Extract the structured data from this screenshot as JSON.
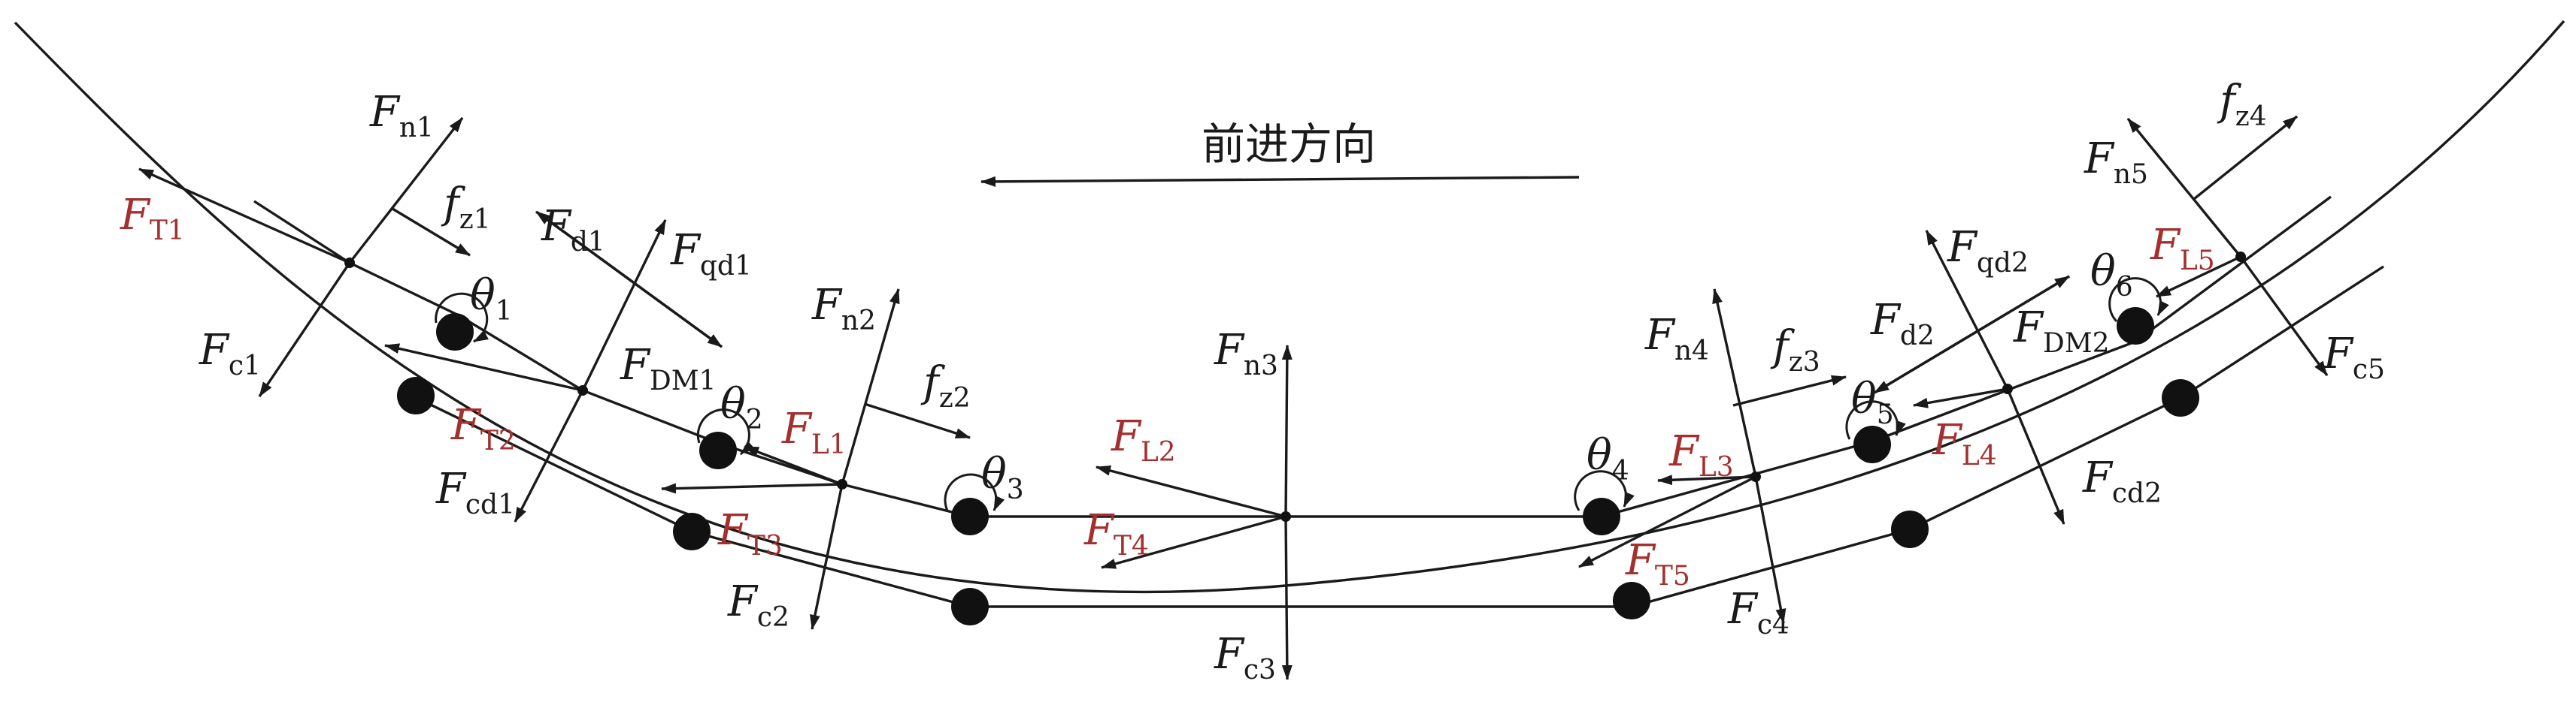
{
  "direction_label": "前进方向",
  "wheels": {
    "count": 12
  },
  "labels": [
    {
      "id": "fn1",
      "base": "F",
      "sub": "n1",
      "color": "black"
    },
    {
      "id": "ft1",
      "base": "F",
      "sub": "T1",
      "color": "red"
    },
    {
      "id": "fz1",
      "base": "f",
      "sub": "z1",
      "color": "black"
    },
    {
      "id": "fd1",
      "base": "F",
      "sub": "d1",
      "color": "black"
    },
    {
      "id": "fqd1",
      "base": "F",
      "sub": "qd1",
      "color": "black"
    },
    {
      "id": "theta1",
      "base": "θ",
      "sub": "1",
      "color": "black"
    },
    {
      "id": "fc1",
      "base": "F",
      "sub": "c1",
      "color": "black"
    },
    {
      "id": "fdm1",
      "base": "F",
      "sub": "DM1",
      "color": "black"
    },
    {
      "id": "ft2",
      "base": "F",
      "sub": "T2",
      "color": "red"
    },
    {
      "id": "theta2",
      "base": "θ",
      "sub": "2",
      "color": "black"
    },
    {
      "id": "fl1",
      "base": "F",
      "sub": "L1",
      "color": "red"
    },
    {
      "id": "fn2",
      "base": "F",
      "sub": "n2",
      "color": "black"
    },
    {
      "id": "fz2",
      "base": "f",
      "sub": "z2",
      "color": "black"
    },
    {
      "id": "fcd1",
      "base": "F",
      "sub": "cd1",
      "color": "black"
    },
    {
      "id": "ft3",
      "base": "F",
      "sub": "T3",
      "color": "red"
    },
    {
      "id": "fc2",
      "base": "F",
      "sub": "c2",
      "color": "black"
    },
    {
      "id": "theta3",
      "base": "θ",
      "sub": "3",
      "color": "black"
    },
    {
      "id": "fl2",
      "base": "F",
      "sub": "L2",
      "color": "red"
    },
    {
      "id": "ft4",
      "base": "F",
      "sub": "T4",
      "color": "red"
    },
    {
      "id": "fn3",
      "base": "F",
      "sub": "n3",
      "color": "black"
    },
    {
      "id": "fc3",
      "base": "F",
      "sub": "c3",
      "color": "black"
    },
    {
      "id": "fn4",
      "base": "F",
      "sub": "n4",
      "color": "black"
    },
    {
      "id": "fz3",
      "base": "f",
      "sub": "z3",
      "color": "black"
    },
    {
      "id": "theta4",
      "base": "θ",
      "sub": "4",
      "color": "black"
    },
    {
      "id": "fl3",
      "base": "F",
      "sub": "L3",
      "color": "red"
    },
    {
      "id": "ft5",
      "base": "F",
      "sub": "T5",
      "color": "red"
    },
    {
      "id": "fc4",
      "base": "F",
      "sub": "c4",
      "color": "black"
    },
    {
      "id": "fd2",
      "base": "F",
      "sub": "d2",
      "color": "black"
    },
    {
      "id": "theta5",
      "base": "θ",
      "sub": "5",
      "color": "black"
    },
    {
      "id": "fl4",
      "base": "F",
      "sub": "L4",
      "color": "red"
    },
    {
      "id": "fqd2",
      "base": "F",
      "sub": "qd2",
      "color": "black"
    },
    {
      "id": "fdm2",
      "base": "F",
      "sub": "DM2",
      "color": "black"
    },
    {
      "id": "theta6",
      "base": "θ",
      "sub": "6",
      "color": "black"
    },
    {
      "id": "fl5",
      "base": "F",
      "sub": "L5",
      "color": "red"
    },
    {
      "id": "fcd2",
      "base": "F",
      "sub": "cd2",
      "color": "black"
    },
    {
      "id": "fn5",
      "base": "F",
      "sub": "n5",
      "color": "black"
    },
    {
      "id": "fz4",
      "base": "f",
      "sub": "z4",
      "color": "black"
    },
    {
      "id": "fc5",
      "base": "F",
      "sub": "c5",
      "color": "black"
    }
  ]
}
